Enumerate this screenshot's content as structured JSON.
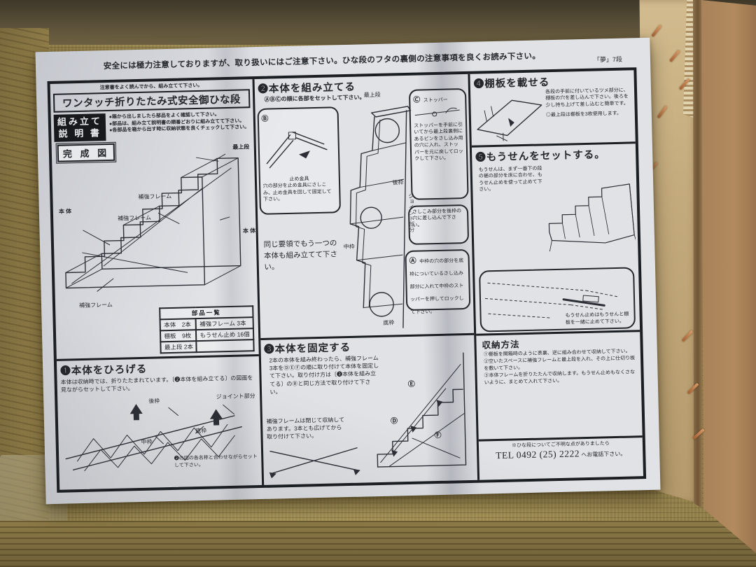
{
  "colors": {
    "paper": "#e0e2e6",
    "ink": "#23262b",
    "tatami": "#9c8a52",
    "tatami_dark": "#5a5038",
    "cardboard": "#b28a5e",
    "cardboard_flap": "#c9b184",
    "staple": "#c07a45"
  },
  "header": {
    "note": "安全には極力注意しておりますが、取り扱いにはご注意下さい。ひな段のフタの裏側の注意事項を良くお読み下さい。",
    "edition": "「夢」7段"
  },
  "intro": {
    "caution": "注意書をよく読んでから、組み立てて下さい。",
    "title": "ワンタッチ折りたたみ式安全御ひな段",
    "manual_label_line1": "組み立て",
    "manual_label_line2": "説 明 書",
    "bullets": [
      "●箱から出しましたら部品をよく確認して下さい。",
      "●部品は、組み立て説明書の順番どおりに組み立てて下さい。",
      "●各部品を箱から出す時に収納状態を良くチェックして下さい。"
    ]
  },
  "completed_figure": {
    "label": "完 成 図",
    "labels": {
      "top_tier": "最上段",
      "frame_upper": "補強フレーム",
      "frame_mid": "補強フレーム",
      "frame_lower": "補強フレーム",
      "body_left": "本 体",
      "body_right": "本 体"
    }
  },
  "parts_list": {
    "title": "部品一覧",
    "rows": [
      {
        "c1": "本体　2本",
        "c2": "補強フレーム 3本"
      },
      {
        "c1": "棚板　9枚",
        "c2": "もうせん止め 16個"
      },
      {
        "c1": "最上段 2本",
        "c2": ""
      }
    ]
  },
  "step1": {
    "num": "❶",
    "title": "本体をひろげる",
    "body": "本体は収納時では、折りたたまれています。〔❷本体を組み立てる〕の図面を見ながらセットして下さい。",
    "labels": {
      "rear": "後枠",
      "joint": "ジョイント部分",
      "middle": "中枠",
      "base": "底枠"
    },
    "note": "❷の図の各名称と合わせながらセットして下さい。"
  },
  "step2": {
    "num": "❷",
    "title": "本体を組み立てる",
    "subtitle": "ⒶⒷⒸの順に各部をセットして下さい。",
    "marker_a": "Ⓐ",
    "marker_b": "Ⓑ",
    "marker_c": "Ⓒ",
    "bubble_b": {
      "label": "止め金具",
      "text": "穴の部分を止め金具にさしこみ、止め金具を回して固定して下さい。"
    },
    "bubble_c": {
      "label": "ストッパー",
      "text": "ストッパーを手前に引いてから最上段裏側にあるピンをさし込み用の穴に入れ、ストッパーを元に戻してロックして下さい。"
    },
    "bubble_insert": {
      "text": "さしこみ部分を後枠の穴に差し込んで下さい。"
    },
    "bubble_a": {
      "text": "中枠の穴の部分を底枠についているさし込み部分に入れて中枠のストッパーを押してロックして下さい。"
    },
    "repeat_note": "同じ要領でもう一つの本体も組み立てて下さい。",
    "labels": {
      "top_tier": "最上段",
      "rear": "後枠",
      "joint": "ジョイント部分",
      "middle": "中枠",
      "base": "底枠"
    }
  },
  "step3": {
    "num": "❸",
    "title": "本体を固定する",
    "body": "2本の本体を組み終わったら、補強フレーム3本をⒹⒺⒻの順に取り付けて本体を固定して下さい。取り付け方は〔❷本体を組み立てる〕のⒷと同じ方法で取り付けて下さい。",
    "note": "補強フレームは閉じて収納してあります。3本とも広げてから取り付けて下さい。",
    "marks": {
      "d": "Ⓓ",
      "e": "Ⓔ",
      "f": "Ⓕ"
    }
  },
  "step4": {
    "num": "❹",
    "title": "棚板を載せる",
    "body": "各段の手前に付いているツメ部分に、棚板の穴を差し込んで下さい。後ろを少し持ち上げて差し込むと簡単です。",
    "note": "◎最上段は棚板を3枚使用します。"
  },
  "step5": {
    "num": "❺",
    "title": "もうせんをセットする。",
    "body": "もうせんは、まず一番下の段の裾の部分を床に合わせ、もうせん止めを使って止めて下さい。",
    "note": "もうせん止めはもうせんと棚板を一緒に止めて下さい。"
  },
  "storage": {
    "title": "収納方法",
    "items": [
      "①棚板を開箱時のように表裏、逆に組み合わせて収納して下さい。",
      "②空いたスペースに補強フレームと最上段を入れ、その上に仕切り板を敷いて下さい。",
      "③本体フレームを折りたたんで収納します。もうせん止めもなくさないように、まとめて入れて下さい。"
    ]
  },
  "contact": {
    "note": "※ひな段についてご不明な点がありましたら",
    "tel_number": "TEL 0492 (25) 2222",
    "tel_tail": " へお電話下さい。"
  }
}
